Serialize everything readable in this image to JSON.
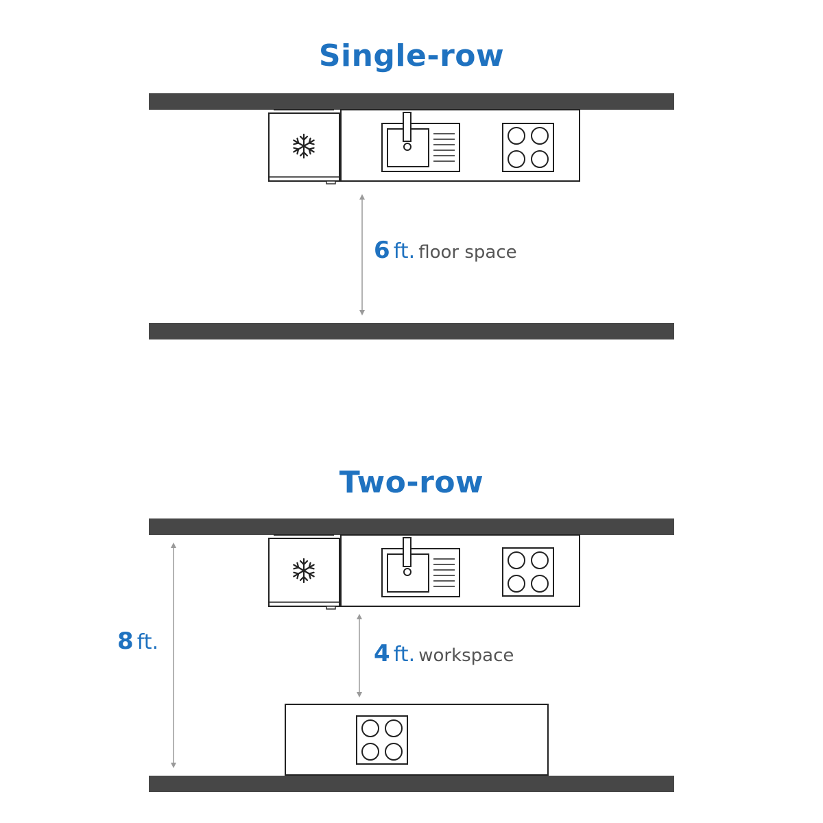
{
  "colors": {
    "accent": "#1f72c0",
    "wall": "#474747",
    "line": "#222222",
    "dimension": "#9a9a9a",
    "text_gray": "#555555"
  },
  "single_row": {
    "title": "Single-row",
    "floor_dimension": {
      "value": "6",
      "unit": "ft.",
      "description": "floor space"
    },
    "icons": [
      "snowflake-icon",
      "sink-icon",
      "cooktop-icon"
    ]
  },
  "two_row": {
    "title": "Two-row",
    "overall_dimension": {
      "value": "8",
      "unit": "ft."
    },
    "workspace_dimension": {
      "value": "4",
      "unit": "ft.",
      "description": "workspace"
    },
    "icons": [
      "snowflake-icon",
      "sink-icon",
      "cooktop-icon",
      "island-cooktop-icon"
    ]
  }
}
